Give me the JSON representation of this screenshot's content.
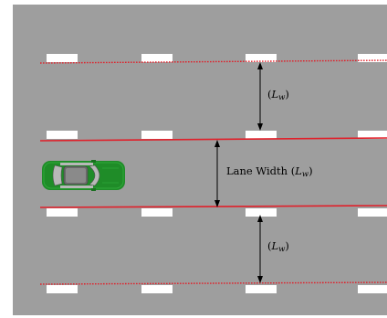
{
  "labels": {
    "lane_width_prefix": "Lane Width (",
    "lane_width_symbol": "L",
    "lane_width_subscript": "w",
    "lane_width_suffix": ")",
    "upper_prefix": "(",
    "upper_symbol": "L",
    "upper_subscript": "w",
    "upper_suffix": ")",
    "lower_prefix": "(",
    "lower_symbol": "L",
    "lower_subscript": "w",
    "lower_suffix": ")"
  },
  "colors": {
    "road": "#9e9e9e",
    "lane_marking": "#ffffff",
    "boundary_line": "#e0202a",
    "arrow": "#000000",
    "car_body": "#1f8c28",
    "car_window": "#b8b8b8"
  },
  "icons": {
    "vehicle": "car-top-view-icon"
  }
}
